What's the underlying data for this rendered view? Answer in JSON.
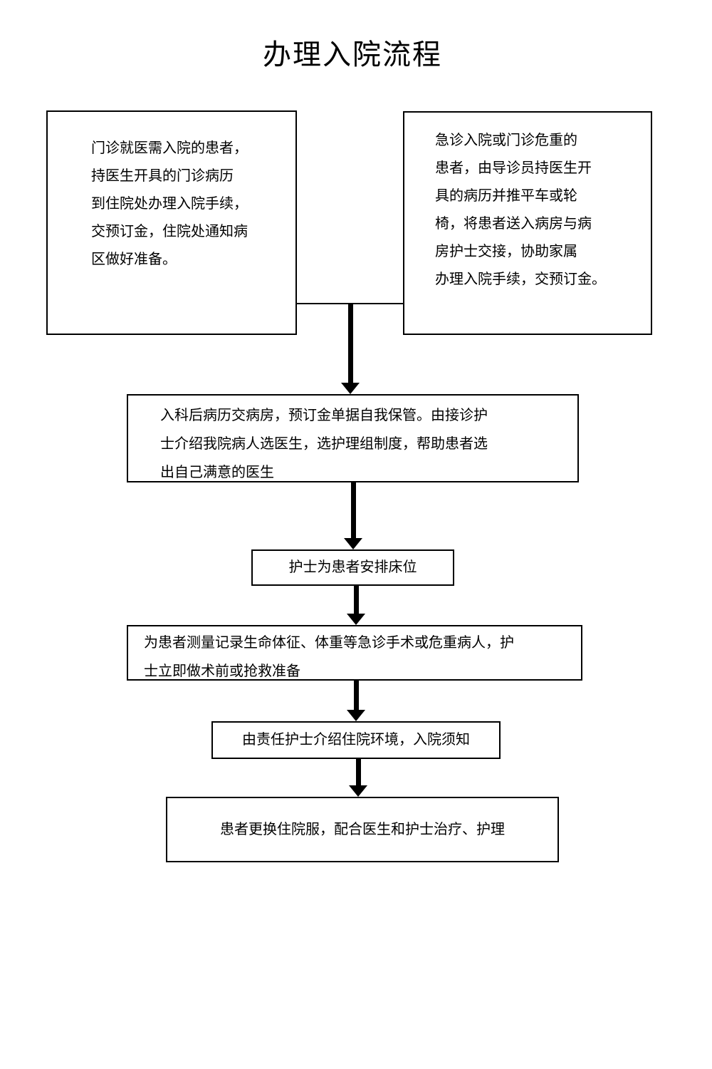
{
  "title": "办理入院流程",
  "colors": {
    "line": "#000000",
    "text": "#000000",
    "background": "#ffffff"
  },
  "flow": {
    "outpatient": {
      "lines": [
        "门诊就医需入院的患者，",
        "持医生开具的门诊病历",
        "到住院处办理入院手续，",
        "交预订金，住院处通知病",
        "区做好准备。"
      ]
    },
    "emergency": {
      "lines": [
        "急诊入院或门诊危重的",
        "患者，由导诊员持医生开",
        "具的病历并推平车或轮",
        "椅，将患者送入病房与病",
        "房护士交接，协助家属",
        "办理入院手续，交预订金。"
      ]
    },
    "reception": {
      "lines": [
        "入科后病历交病房，预订金单据自我保管。由接诊护",
        "士介绍我院病人选医生，选护理组制度，帮助患者选",
        "出自己满意的医生"
      ]
    },
    "bed": {
      "text": "护士为患者安排床位"
    },
    "vitals": {
      "lines": [
        "为患者测量记录生命体征、体重等急诊手术或危重病人，护",
        "士立即做术前或抢救准备"
      ]
    },
    "orientation": {
      "text": "由责任护士介绍住院环境，入院须知"
    },
    "change": {
      "text": "患者更换住院服，配合医生和护士治疗、护理"
    }
  }
}
